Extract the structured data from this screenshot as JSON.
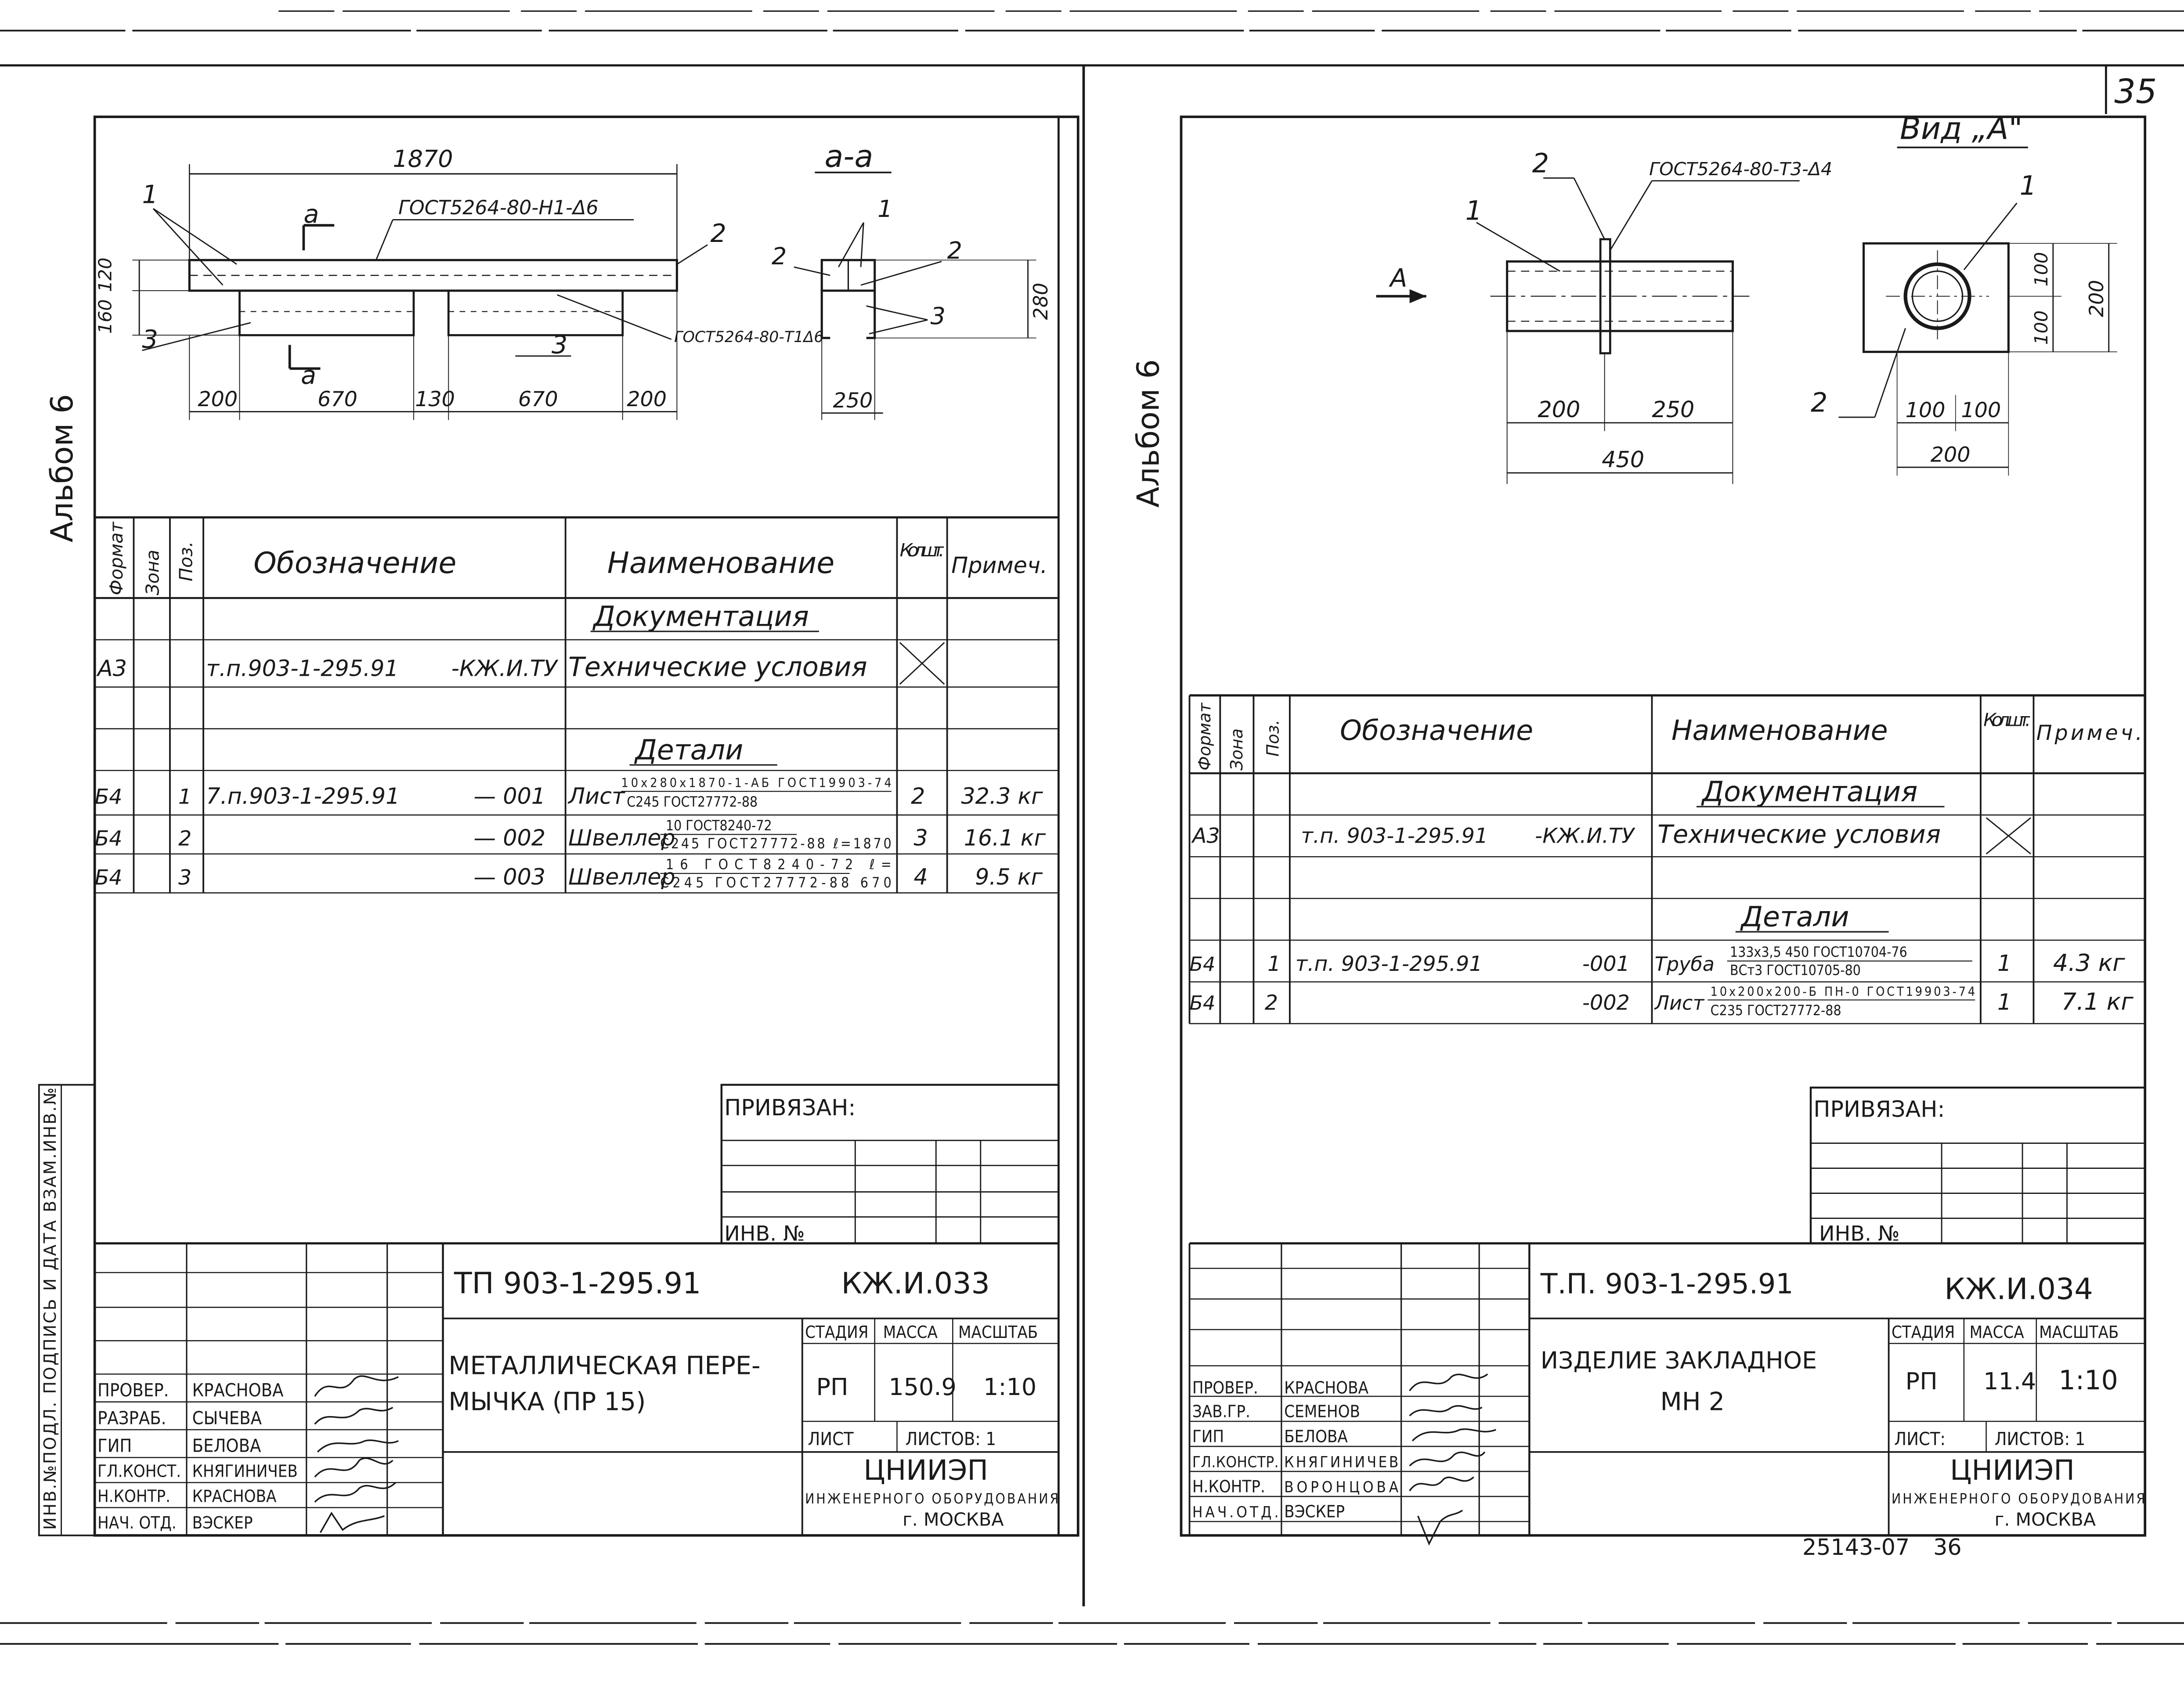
{
  "sheet_number": "35",
  "archive_number": "25143-07",
  "archive_page": "36",
  "left": {
    "album": "Альбом 6",
    "section_label": "а-а",
    "dims": {
      "total": "1870",
      "d200a": "200",
      "d670a": "670",
      "d130": "130",
      "d670b": "670",
      "d200b": "200",
      "h120": "120",
      "h160": "160",
      "h280": "280",
      "w250": "250"
    },
    "callouts": {
      "c1": "1",
      "c2": "2",
      "c3a": "3",
      "c3b": "3",
      "s1": "1",
      "s2a": "2",
      "s2b": "2",
      "s3": "3"
    },
    "weld1": "ГОСТ5264-80-Н1-Δ6",
    "weld2": "ГОСТ5264-80-Т1Δ6",
    "section_mark_a": "а",
    "spec": {
      "headers": {
        "format": "Формат",
        "zone": "Зона",
        "pos": "Поз.",
        "designation": "Обозначение",
        "name": "Наименование",
        "qty": "Кол. шт.",
        "note": "Примеч."
      },
      "section_docs": "Документация",
      "doc_row": {
        "format": "А3",
        "designation": "т.п.903-1-295.91",
        "suffix": "-КЖ.И.ТУ",
        "name": "Технические условия"
      },
      "section_parts": "Детали",
      "rows": [
        {
          "format": "Б4",
          "pos": "1",
          "designation": "7.п.903-1-295.91",
          "suffix": "— 001",
          "name": "Лист",
          "name_top": "10х280х1870-1-АБ ГОСТ19903-74",
          "name_bot": "С245 ГОСТ27772-88",
          "qty": "2",
          "note": "32.3 кг"
        },
        {
          "format": "Б4",
          "pos": "2",
          "designation": "",
          "suffix": "— 002",
          "name": "Швеллер",
          "name_top": "10 ГОСТ8240-72",
          "name_bot": "С245 ГОСТ27772-88 ℓ=1870",
          "qty": "3",
          "note": "16.1 кг"
        },
        {
          "format": "Б4",
          "pos": "3",
          "designation": "",
          "suffix": "— 003",
          "name": "Швеллер",
          "name_top": "16 ГОСТ8240-72 ℓ=",
          "name_bot": "С245 ГОСТ27772-88 670",
          "qty": "4",
          "note": "9.5 кг"
        }
      ]
    },
    "privyazan": "ПРИВЯЗАН:",
    "inv_no": "ИНВ. №",
    "side_stamp": "ИНВ.№ПОДЛ. ПОДПИСЬ И ДАТА ВЗАМ.ИНВ.№",
    "title_block": {
      "project": "ТП 903-1-295.91",
      "code": "КЖ.И.033",
      "title_l1": "МЕТАЛЛИЧЕСКАЯ ПЕРЕ-",
      "title_l2": "МЫЧКА (ПР 15)",
      "stage_hdr": "СТАДИЯ",
      "mass_hdr": "МАССА",
      "scale_hdr": "МАСШТАБ",
      "stage": "РП",
      "mass": "150.9",
      "scale": "1:10",
      "sheet": "ЛИСТ",
      "sheets": "ЛИСТОВ: 1",
      "org": "ЦНИИЭП",
      "org2": "ИНЖЕНЕРНОГО ОБОРУДОВАНИЯ",
      "city": "г. МОСКВА",
      "roles": [
        "ПРОВЕР.",
        "РАЗРАБ.",
        "ГИП",
        "ГЛ.КОНСТ.",
        "Н.КОНТР.",
        "НАЧ. ОТД."
      ],
      "names": [
        "КРАСНОВА",
        "СЫЧЕВА",
        "БЕЛОВА",
        "КНЯГИНИЧЕВ",
        "КРАСНОВА",
        "ВЭСКЕР"
      ]
    }
  },
  "right": {
    "album": "Альбом 6",
    "view_label": "Вид „А\"",
    "arrow_a": "А",
    "weld": "ГОСТ5264-80-Т3-Δ4",
    "callouts": {
      "c1": "1",
      "c2": "2",
      "v1": "1",
      "v2": "2"
    },
    "dims": {
      "d200": "200",
      "d250": "250",
      "d450": "450",
      "v100a": "100",
      "v100b": "100",
      "v200": "200",
      "h100a": "100",
      "h100b": "100",
      "h200": "200"
    },
    "spec": {
      "headers": {
        "format": "Формат",
        "zone": "Зона",
        "pos": "Поз.",
        "designation": "Обозначение",
        "name": "Наименование",
        "qty": "Кол. шт.",
        "note": "Примеч."
      },
      "section_docs": "Документация",
      "doc_row": {
        "format": "А3",
        "designation": "т.п. 903-1-295.91",
        "suffix": "-КЖ.И.ТУ",
        "name": "Технические условия"
      },
      "section_parts": "Детали",
      "rows": [
        {
          "format": "Б4",
          "pos": "1",
          "designation": "т.п. 903-1-295.91",
          "suffix": "-001",
          "name": "Труба",
          "name_top": "133х3,5 450 ГОСТ10704-76",
          "name_bot": "ВСт3 ГОСТ10705-80",
          "qty": "1",
          "note": "4.3 кг"
        },
        {
          "format": "Б4",
          "pos": "2",
          "designation": "",
          "suffix": "-002",
          "name": "Лист",
          "name_top": "10х200х200-Б ПН-0 ГОСТ19903-74",
          "name_bot": "С235 ГОСТ27772-88",
          "qty": "1",
          "note": "7.1 кг"
        }
      ]
    },
    "privyazan": "ПРИВЯЗАН:",
    "inv_no": "ИНВ. №",
    "title_block": {
      "project": "Т.П. 903-1-295.91",
      "code": "КЖ.И.034",
      "title_l1": "ИЗДЕЛИЕ ЗАКЛАДНОЕ",
      "title_l2": "МН 2",
      "stage_hdr": "СТАДИЯ",
      "mass_hdr": "МАССА",
      "scale_hdr": "МАСШТАБ",
      "stage": "РП",
      "mass": "11.4",
      "scale": "1:10",
      "sheet": "ЛИСТ:",
      "sheets": "ЛИСТОВ: 1",
      "org": "ЦНИИЭП",
      "org2": "ИНЖЕНЕРНОГО ОБОРУДОВАНИЯ",
      "city": "г. МОСКВА",
      "roles": [
        "ПРОВЕР.",
        "ЗАВ.ГР.",
        "ГИП",
        "ГЛ.КОНСТР.",
        "Н.КОНТР.",
        "НАЧ.ОТД."
      ],
      "names": [
        "КРАСНОВА",
        "СЕМЕНОВ",
        "БЕЛОВА",
        "КНЯГИНИЧЕВ",
        "ВОРОНЦОВА",
        "ВЭСКЕР"
      ]
    }
  }
}
